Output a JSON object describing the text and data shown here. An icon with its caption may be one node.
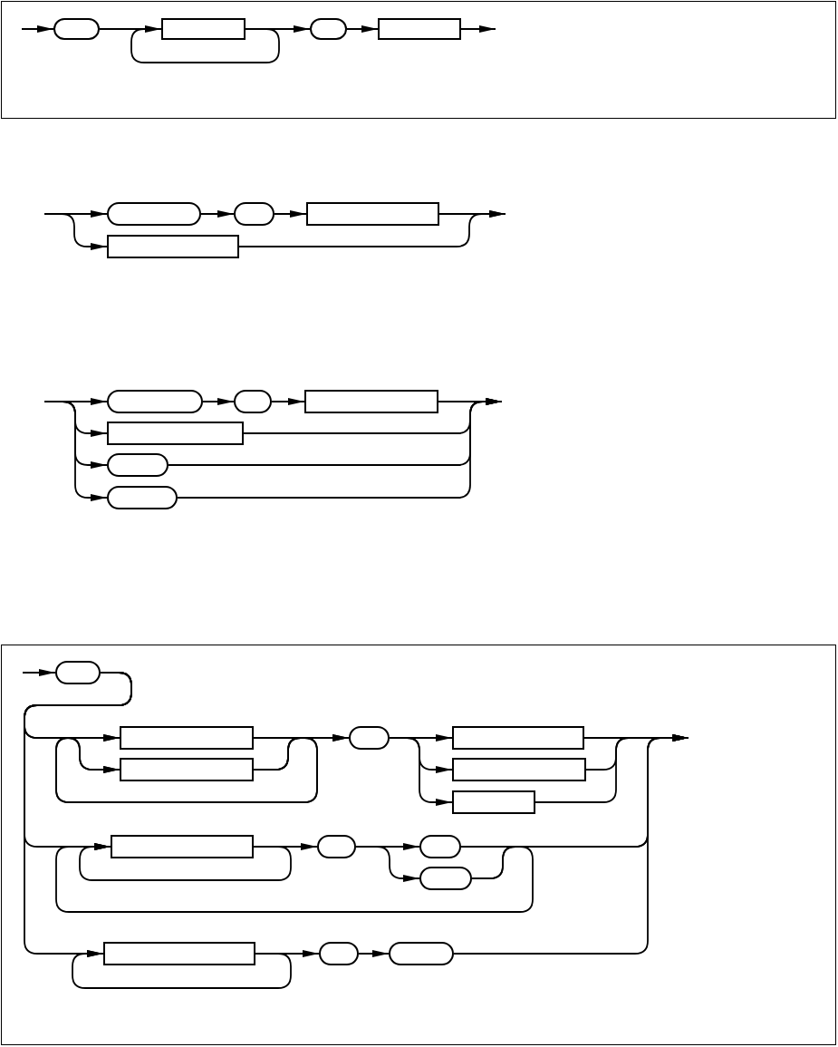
{
  "diagram": {
    "nodes": [
      {
        "text": [],
        "shape": "frame"
      },
      {
        "text": [],
        "shape": "pill",
        "in": 0
      },
      {
        "text": [],
        "shape": "box",
        "in": 0
      },
      {
        "text": [],
        "shape": "pill",
        "in": 0
      },
      {
        "text": [],
        "shape": "box",
        "in": 0
      },
      {
        "text": [],
        "shape": "pill"
      },
      {
        "text": [],
        "shape": "pill"
      },
      {
        "text": [],
        "shape": "box"
      },
      {
        "text": [],
        "shape": "box"
      },
      {
        "text": [],
        "shape": "pill"
      },
      {
        "text": [],
        "shape": "pill"
      },
      {
        "text": [],
        "shape": "box"
      },
      {
        "text": [],
        "shape": "box"
      },
      {
        "text": [],
        "shape": "pill"
      },
      {
        "text": [],
        "shape": "pill"
      },
      {
        "text": [],
        "shape": "frame"
      },
      {
        "text": [],
        "shape": "pill",
        "in": 15
      },
      {
        "text": [],
        "shape": "box",
        "in": 15
      },
      {
        "text": [],
        "shape": "pill",
        "in": 15
      },
      {
        "text": [],
        "shape": "box",
        "in": 15
      },
      {
        "text": [],
        "shape": "box",
        "in": 15
      },
      {
        "text": [],
        "shape": "box",
        "in": 15
      },
      {
        "text": [],
        "shape": "box",
        "in": 15
      },
      {
        "text": [],
        "shape": "box",
        "in": 15
      },
      {
        "text": [],
        "shape": "pill",
        "in": 15
      },
      {
        "text": [],
        "shape": "pill",
        "in": 15
      },
      {
        "text": [],
        "shape": "pill",
        "in": 15
      },
      {
        "text": [],
        "shape": "box",
        "in": 15
      },
      {
        "text": [],
        "shape": "pill",
        "in": 15
      },
      {
        "text": [],
        "shape": "pill",
        "in": 15
      }
    ],
    "edges": [
      {
        "from": null,
        "to": 1,
        "arrow": "to"
      },
      {
        "from": 1,
        "to": 2,
        "arrow": "to"
      },
      {
        "from": 2,
        "to": 2,
        "arrow": "to"
      },
      {
        "from": 2,
        "to": 3,
        "arrow": "to"
      },
      {
        "from": 3,
        "to": 4,
        "arrow": "to"
      },
      {
        "from": 4,
        "to": null,
        "arrow": "to"
      },
      {
        "from": null,
        "to": 5,
        "arrow": "to"
      },
      {
        "from": null,
        "to": 8,
        "arrow": "to"
      },
      {
        "from": 5,
        "to": 6,
        "arrow": "to"
      },
      {
        "from": 6,
        "to": 7,
        "arrow": "to"
      },
      {
        "from": 7,
        "to": null,
        "arrow": "to"
      },
      {
        "from": 8,
        "to": null,
        "arrow": "to"
      },
      {
        "from": null,
        "to": 9,
        "arrow": "to"
      },
      {
        "from": null,
        "to": 12,
        "arrow": "to"
      },
      {
        "from": null,
        "to": 13,
        "arrow": "to"
      },
      {
        "from": null,
        "to": 14,
        "arrow": "to"
      },
      {
        "from": 9,
        "to": 10,
        "arrow": "to"
      },
      {
        "from": 10,
        "to": 11,
        "arrow": "to"
      },
      {
        "from": 11,
        "to": null,
        "arrow": "to"
      },
      {
        "from": 12,
        "to": null,
        "arrow": "to"
      },
      {
        "from": 13,
        "to": null,
        "arrow": "to"
      },
      {
        "from": 14,
        "to": null,
        "arrow": "to"
      },
      {
        "from": null,
        "to": 16,
        "arrow": "to"
      },
      {
        "from": 16,
        "to": 17,
        "arrow": "to"
      },
      {
        "from": 16,
        "to": 20,
        "arrow": "to"
      },
      {
        "from": 16,
        "to": 23,
        "arrow": "to"
      },
      {
        "from": 16,
        "to": 27,
        "arrow": "to"
      },
      {
        "from": 17,
        "to": 17,
        "arrow": "to"
      },
      {
        "from": 17,
        "to": 20,
        "arrow": "to"
      },
      {
        "from": 20,
        "to": 17,
        "arrow": "to"
      },
      {
        "from": 20,
        "to": 20,
        "arrow": "to"
      },
      {
        "from": 17,
        "to": 18,
        "arrow": "to"
      },
      {
        "from": 20,
        "to": 18,
        "arrow": "to"
      },
      {
        "from": 18,
        "to": 19,
        "arrow": "to"
      },
      {
        "from": 18,
        "to": 21,
        "arrow": "to"
      },
      {
        "from": 18,
        "to": 22,
        "arrow": "to"
      },
      {
        "from": 19,
        "to": null,
        "arrow": "to"
      },
      {
        "from": 21,
        "to": null,
        "arrow": "to"
      },
      {
        "from": 22,
        "to": null,
        "arrow": "to"
      },
      {
        "from": 23,
        "to": 23,
        "arrow": "to"
      },
      {
        "from": 23,
        "to": 24,
        "arrow": "to"
      },
      {
        "from": 24,
        "to": 25,
        "arrow": "to"
      },
      {
        "from": 24,
        "to": 26,
        "arrow": "to"
      },
      {
        "from": 25,
        "to": 23,
        "arrow": "to"
      },
      {
        "from": 26,
        "to": 23,
        "arrow": "to"
      },
      {
        "from": 25,
        "to": null,
        "arrow": "to"
      },
      {
        "from": 26,
        "to": null,
        "arrow": "to"
      },
      {
        "from": 27,
        "to": 27,
        "arrow": "to"
      },
      {
        "from": 27,
        "to": 28,
        "arrow": "to"
      },
      {
        "from": 28,
        "to": 29,
        "arrow": "to"
      },
      {
        "from": 29,
        "to": null,
        "arrow": "to"
      }
    ]
  }
}
